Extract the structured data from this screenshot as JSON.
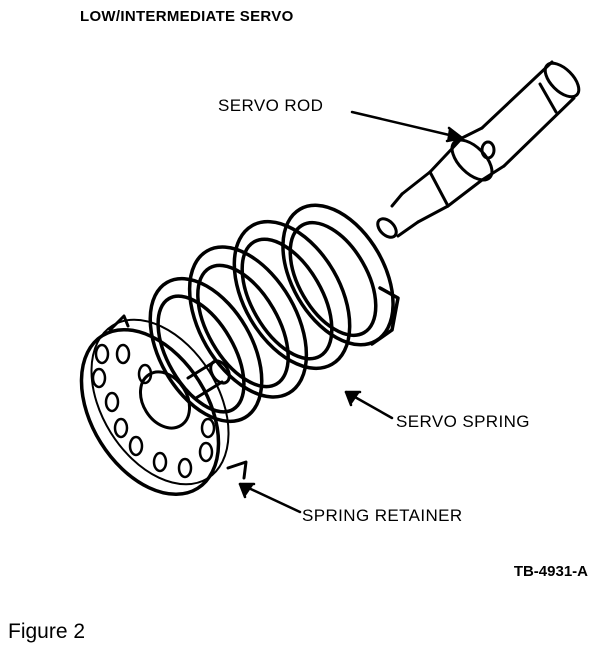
{
  "title": "LOW/INTERMEDIATE SERVO",
  "labels": {
    "servo_rod": "SERVO ROD",
    "servo_spring": "SERVO SPRING",
    "spring_retainer": "SPRING RETAINER"
  },
  "reference_code": "TB-4931-A",
  "caption": "Figure 2"
}
